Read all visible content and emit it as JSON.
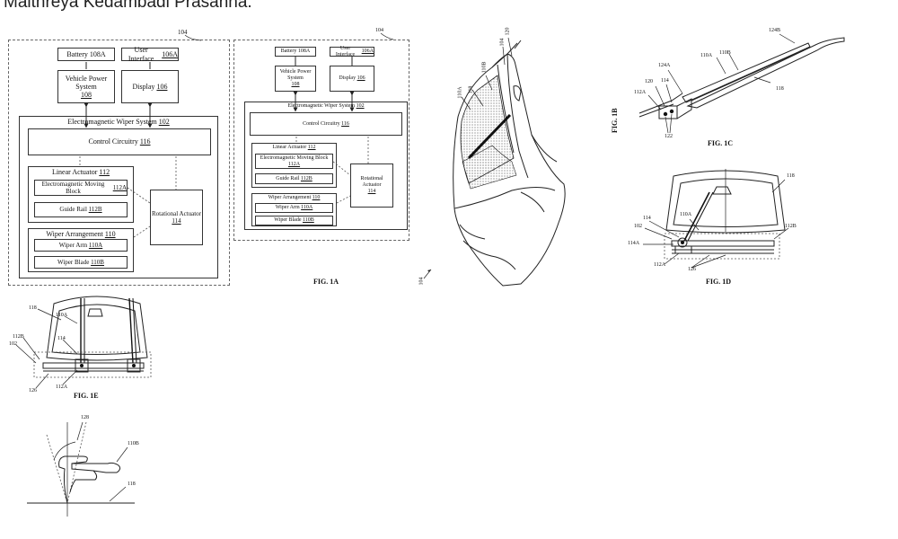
{
  "header": {
    "text": "Maithreya Kedambadi Prasanna."
  },
  "fig1a_left": {
    "ref_num": "104",
    "battery": {
      "name": "Battery",
      "ref": "108A"
    },
    "user_interface": {
      "name": "User Interface",
      "ref": "106A"
    },
    "vehicle_power": {
      "name": "Vehicle Power System",
      "ref": "108"
    },
    "display": {
      "name": "Display",
      "ref": "106"
    },
    "wiper_system": {
      "name": "Electromagnetic Wiper System",
      "ref": "102"
    },
    "control": {
      "name": "Control Circuitry",
      "ref": "116"
    },
    "linear_actuator": {
      "name": "Linear Actuator",
      "ref": "112"
    },
    "moving_block": {
      "name": "Electromagnetic Moving Block",
      "ref": "112A"
    },
    "guide_rail": {
      "name": "Guide Rail",
      "ref": "112B"
    },
    "rotational": {
      "name": "Rotational Actuator",
      "ref": "114"
    },
    "wiper_arrangement": {
      "name": "Wiper Arrangement",
      "ref": "110"
    },
    "wiper_arm": {
      "name": "Wiper Arm",
      "ref": "110A"
    },
    "wiper_blade": {
      "name": "Wiper Blade",
      "ref": "110B"
    }
  },
  "fig1a_right": {
    "ref_num": "104",
    "battery": {
      "name": "Battery",
      "ref": "108A"
    },
    "user_interface": {
      "name": "User Interface",
      "ref": "106A"
    },
    "vehicle_power": {
      "name": "Vehicle Power System",
      "ref": "108"
    },
    "display": {
      "name": "Display",
      "ref": "106"
    },
    "wiper_system": {
      "name": "Electromagnetic Wiper System",
      "ref": "102"
    },
    "control": {
      "name": "Control Circuitry",
      "ref": "116"
    },
    "linear_actuator": {
      "name": "Linear Actuator",
      "ref": "112"
    },
    "moving_block": {
      "name": "Electromagnetic Moving Block",
      "ref": "112A"
    },
    "guide_rail": {
      "name": "Guide Rail",
      "ref": "112B"
    },
    "rotational": {
      "name": "Rotational Actuator",
      "ref": "114"
    },
    "wiper_arrangement": {
      "name": "Wiper Arrangement",
      "ref": "110"
    },
    "wiper_arm": {
      "name": "Wiper Arm",
      "ref": "110A"
    },
    "wiper_blade": {
      "name": "Wiper Blade",
      "ref": "110B"
    }
  },
  "figures": {
    "fig1a": "FIG. 1A",
    "fig1b": "FIG. 1B",
    "fig1c": "FIG. 1C",
    "fig1d": "FIG. 1D",
    "fig1e": "FIG. 1E"
  },
  "car_refs": {
    "r104a": "104",
    "r120": "120",
    "r118": "118",
    "r110b": "110B",
    "r110a": "110A",
    "r104b": "104"
  },
  "fig1c_refs": {
    "r124b": "124B",
    "r110a": "110A",
    "r110b": "110B",
    "r124a": "124A",
    "r120": "120",
    "r114": "114",
    "r112a": "112A",
    "r118": "118",
    "r122": "122"
  },
  "fig1d_refs": {
    "r118": "118",
    "r110a": "110A",
    "r102": "102",
    "r114": "114",
    "r114a": "114A",
    "r112a": "112A",
    "r126": "126",
    "r112b": "112B"
  },
  "fig1e_refs": {
    "r118": "118",
    "r110a": "110A",
    "r114": "114",
    "r112b": "112B",
    "r102": "102",
    "r126": "126",
    "r112a": "112A"
  },
  "blade_refs": {
    "r128": "128",
    "r110b": "110B",
    "r118": "118"
  }
}
